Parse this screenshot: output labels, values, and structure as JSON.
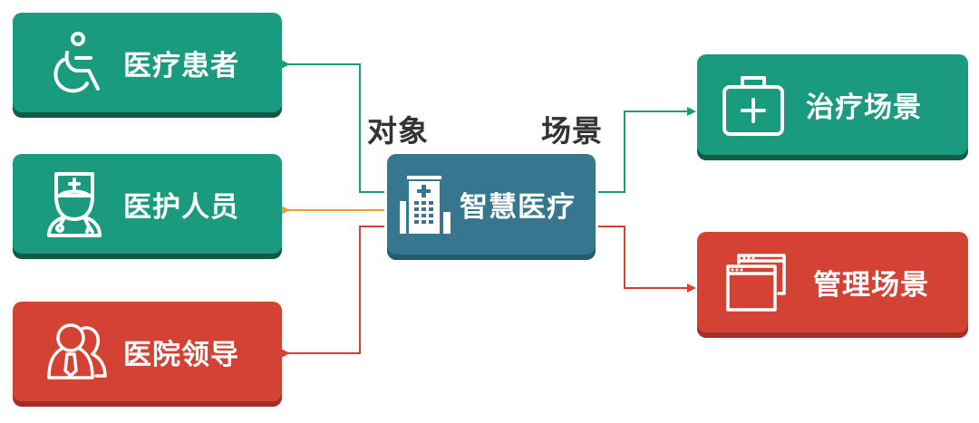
{
  "title": "智慧医疗",
  "center": {
    "label": "智慧医疗",
    "icon": "hospital-building-icon",
    "color": "#37768f"
  },
  "categories": {
    "objects": "对象",
    "scenes": "场景"
  },
  "objects": [
    {
      "label": "医疗患者",
      "icon": "wheelchair-icon",
      "color": "#1a9b7f",
      "arrow_color": "#1a9b7f"
    },
    {
      "label": "医护人员",
      "icon": "doctor-icon",
      "color": "#1a9b7f",
      "arrow_color": "#f39c2c"
    },
    {
      "label": "医院领导",
      "icon": "users-tie-icon",
      "color": "#d34233",
      "arrow_color": "#d34233"
    }
  ],
  "scenes": [
    {
      "label": "治疗场景",
      "icon": "medical-kit-icon",
      "color": "#1a9b7f",
      "arrow_color": "#1a9b7f"
    },
    {
      "label": "管理场景",
      "icon": "windows-icon",
      "color": "#d34233",
      "arrow_color": "#d34233"
    }
  ]
}
